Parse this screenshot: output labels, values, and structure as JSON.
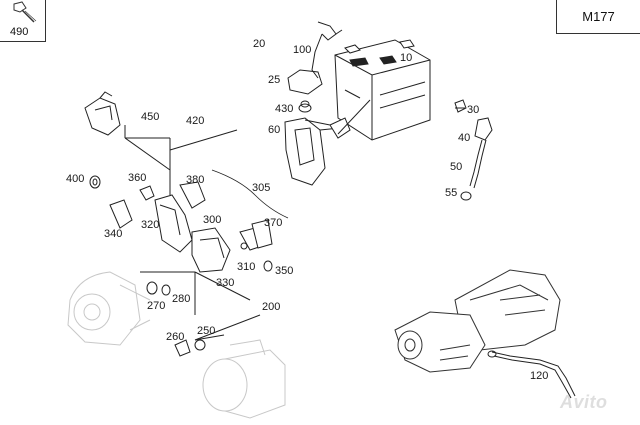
{
  "model_code": "M177",
  "ref_box": {
    "number": "490",
    "icon": "bolt-icon"
  },
  "watermark": "Avito",
  "callouts": {
    "c10": "10",
    "c20": "20",
    "c25": "25",
    "c30": "30",
    "c40": "40",
    "c50": "50",
    "c55": "55",
    "c60": "60",
    "c100": "100",
    "c120": "120",
    "c200": "200",
    "c250": "250",
    "c260": "260",
    "c270": "270",
    "c280": "280",
    "c300": "300",
    "c305": "305",
    "c310": "310",
    "c320": "320",
    "c330": "330",
    "c340": "340",
    "c350": "350",
    "c360": "360",
    "c370": "370",
    "c380": "380",
    "c400": "400",
    "c420": "420",
    "c430": "430",
    "c450": "450"
  }
}
